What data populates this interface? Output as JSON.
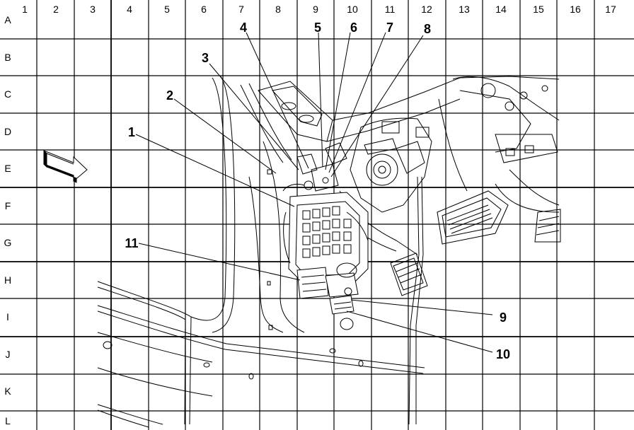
{
  "grid": {
    "columns": [
      "1",
      "2",
      "3",
      "4",
      "5",
      "6",
      "7",
      "8",
      "9",
      "10",
      "11",
      "12",
      "13",
      "14",
      "15",
      "16",
      "17"
    ],
    "rows": [
      "A",
      "B",
      "C",
      "D",
      "E",
      "F",
      "G",
      "H",
      "I",
      "J",
      "K",
      "L"
    ]
  },
  "callouts": [
    {
      "id": "c1",
      "label": "1"
    },
    {
      "id": "c2",
      "label": "2"
    },
    {
      "id": "c3",
      "label": "3"
    },
    {
      "id": "c4",
      "label": "4"
    },
    {
      "id": "c5",
      "label": "5"
    },
    {
      "id": "c6",
      "label": "6"
    },
    {
      "id": "c7",
      "label": "7"
    },
    {
      "id": "c8",
      "label": "8"
    },
    {
      "id": "c9",
      "label": "9"
    },
    {
      "id": "c10",
      "label": "10"
    },
    {
      "id": "c11",
      "label": "11"
    }
  ],
  "icons": {
    "orientation_arrow": "front-direction-arrow-icon"
  }
}
